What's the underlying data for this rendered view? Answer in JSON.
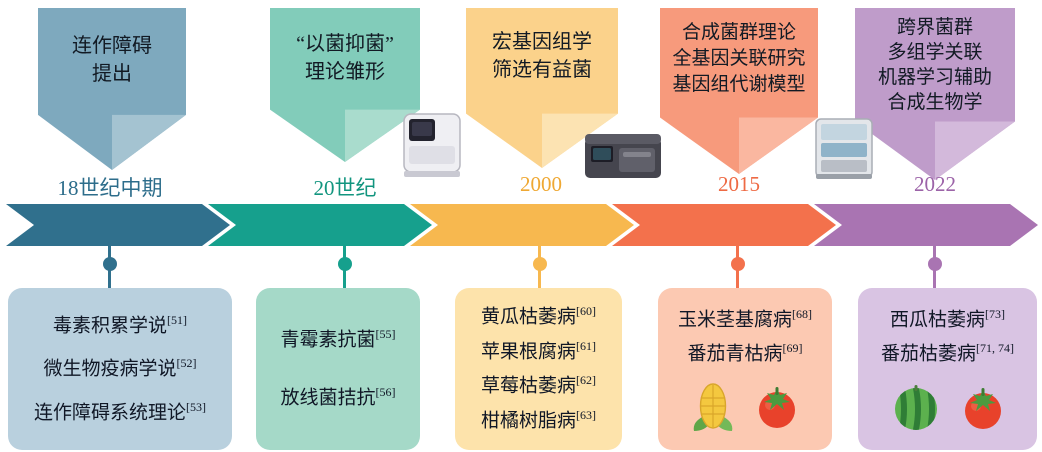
{
  "eras": [
    {
      "year": "18世纪中期",
      "banner_lines": [
        "连作障碍",
        "提出"
      ],
      "items": [
        {
          "text": "毒素积累学说",
          "ref": "[51]"
        },
        {
          "text": "微生物疫病学说",
          "ref": "[52]"
        },
        {
          "text": "连作障碍系统理论",
          "ref": "[53]"
        }
      ],
      "colors": {
        "arrow": "#30708d",
        "banner": "#7ea9be",
        "fold": "#a4c3d1",
        "box": "#b9d0de",
        "year": "#2d6d8b"
      }
    },
    {
      "year": "20世纪",
      "banner_lines": [
        "“以菌抑菌”",
        "理论雏形"
      ],
      "items": [
        {
          "text": "青霉素抗菌",
          "ref": "[55]"
        },
        {
          "text": "放线菌拮抗",
          "ref": "[56]"
        }
      ],
      "colors": {
        "arrow": "#16a08d",
        "banner": "#82ccba",
        "fold": "#a9dccd",
        "box": "#a5d9c8",
        "year": "#12957f"
      }
    },
    {
      "year": "2000",
      "banner_lines": [
        "宏基因组学",
        "筛选有益菌"
      ],
      "items": [
        {
          "text": "黄瓜枯萎病",
          "ref": "[60]"
        },
        {
          "text": "苹果根腐病",
          "ref": "[61]"
        },
        {
          "text": "草莓枯萎病",
          "ref": "[62]"
        },
        {
          "text": "柑橘树脂病",
          "ref": "[63]"
        }
      ],
      "colors": {
        "arrow": "#f7b84f",
        "banner": "#fbd28b",
        "fold": "#fce3b2",
        "box": "#fde3ab",
        "year": "#efa833"
      }
    },
    {
      "year": "2015",
      "banner_lines": [
        "合成菌群理论",
        "全基因关联研究",
        "基因组代谢模型"
      ],
      "items": [
        {
          "text": "玉米茎基腐病",
          "ref": "[68]"
        },
        {
          "text": "番茄青枯病",
          "ref": "[69]"
        }
      ],
      "icons": [
        "corn-icon",
        "tomato-icon"
      ],
      "colors": {
        "arrow": "#f3714c",
        "banner": "#f79a7c",
        "fold": "#fab7a0",
        "box": "#fcc9b2",
        "year": "#ee6a44"
      }
    },
    {
      "year": "2022",
      "banner_lines": [
        "跨界菌群",
        "多组学关联",
        "机器学习辅助",
        "合成生物学"
      ],
      "items": [
        {
          "text": "西瓜枯萎病",
          "ref": "[73]"
        },
        {
          "text": "番茄枯萎病",
          "ref": "[71, 74]"
        }
      ],
      "icons": [
        "watermelon-icon",
        "tomato-icon"
      ],
      "colors": {
        "arrow": "#a974b2",
        "banner": "#bf9cca",
        "fold": "#d3b9db",
        "box": "#d9c4e3",
        "year": "#9c63a8"
      }
    }
  ],
  "instrument_icons": [
    "pcr-thermocycler-icon",
    "benchtop-sequencer-icon",
    "high-throughput-sequencer-icon"
  ]
}
